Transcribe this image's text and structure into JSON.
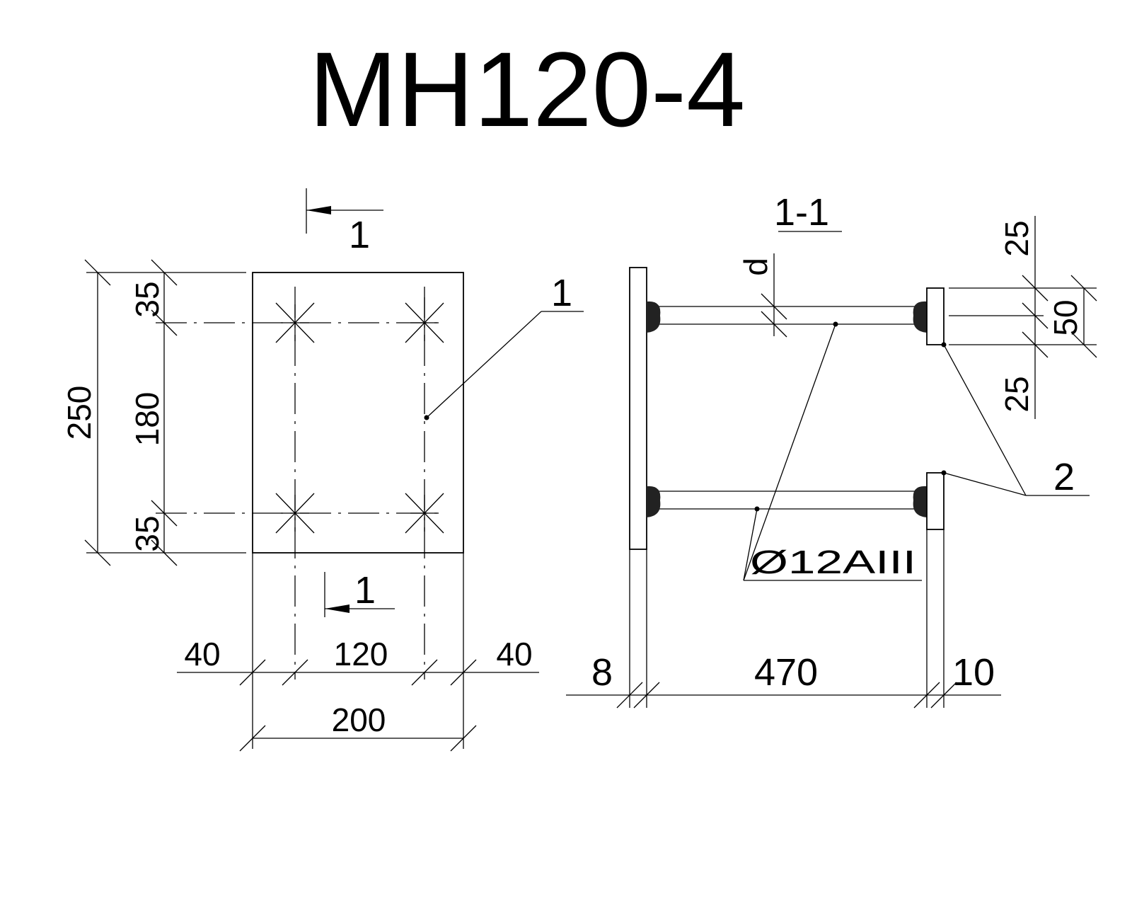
{
  "title": "MH120-4",
  "section_label": "1-1",
  "section_marker": "1",
  "plan": {
    "height_total": "250",
    "height_inner": "180",
    "edge_top": "35",
    "edge_bottom": "35",
    "width_total": "200",
    "width_inner": "120",
    "edge_left": "40",
    "edge_right": "40",
    "callout": "1"
  },
  "section": {
    "plate_thickness": "8",
    "rod_length": "470",
    "washer_thickness": "10",
    "rod_diameter_symbol": "d",
    "offset_top": "25",
    "washer_height": "50",
    "offset_bottom": "25",
    "rod_spec": "Ø12AIII",
    "callout": "2"
  }
}
